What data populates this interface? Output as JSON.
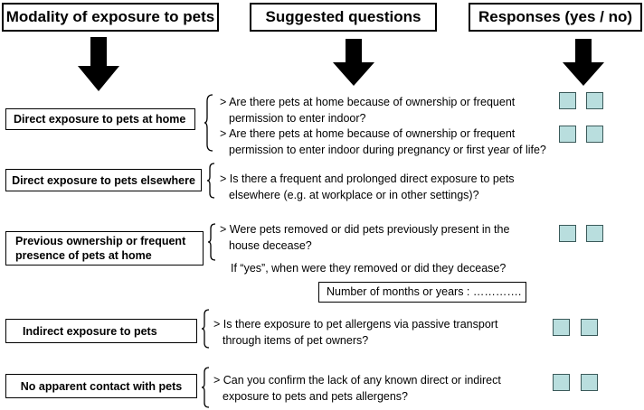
{
  "headers": {
    "modality": "Modality of exposure to pets",
    "questions": "Suggested questions",
    "responses": "Responses  (yes / no)"
  },
  "rows": [
    {
      "category_lines": [
        "Direct exposure to pets at home"
      ],
      "questions": [
        [
          "> Are there pets at home because of ownership or frequent",
          "permission to enter indoor?"
        ],
        [
          "> Are there pets at home because of ownership or frequent",
          "permission to enter indoor during pregnancy or first year of life?"
        ]
      ]
    },
    {
      "category_lines": [
        "Direct exposure to pets elsewhere"
      ],
      "questions": [
        [
          "> Is there a frequent and prolonged  direct exposure to pets",
          "elsewhere (e.g. at workplace or in other settings)?"
        ]
      ]
    },
    {
      "category_lines": [
        "Previous  ownership or frequent",
        "presence of pets at home"
      ],
      "questions": [
        [
          "> Were pets removed or did pets previously present in the",
          "house decease?"
        ]
      ],
      "followup": "If “yes”, when were they removed or did they decease?",
      "duration_field": "Number of months or years : …………."
    },
    {
      "category_lines": [
        "Indirect  exposure to pets"
      ],
      "questions": [
        [
          "> Is there exposure to pet allergens via passive transport",
          "through items of pet owners?"
        ]
      ]
    },
    {
      "category_lines": [
        "No apparent  contact with pets"
      ],
      "questions": [
        [
          "> Can you confirm the lack of any known direct or indirect",
          "exposure to pets and pets allergens?"
        ]
      ]
    }
  ],
  "colors": {
    "checkbox_fill": "#b9dede",
    "checkbox_border": "#3b5a5a"
  }
}
